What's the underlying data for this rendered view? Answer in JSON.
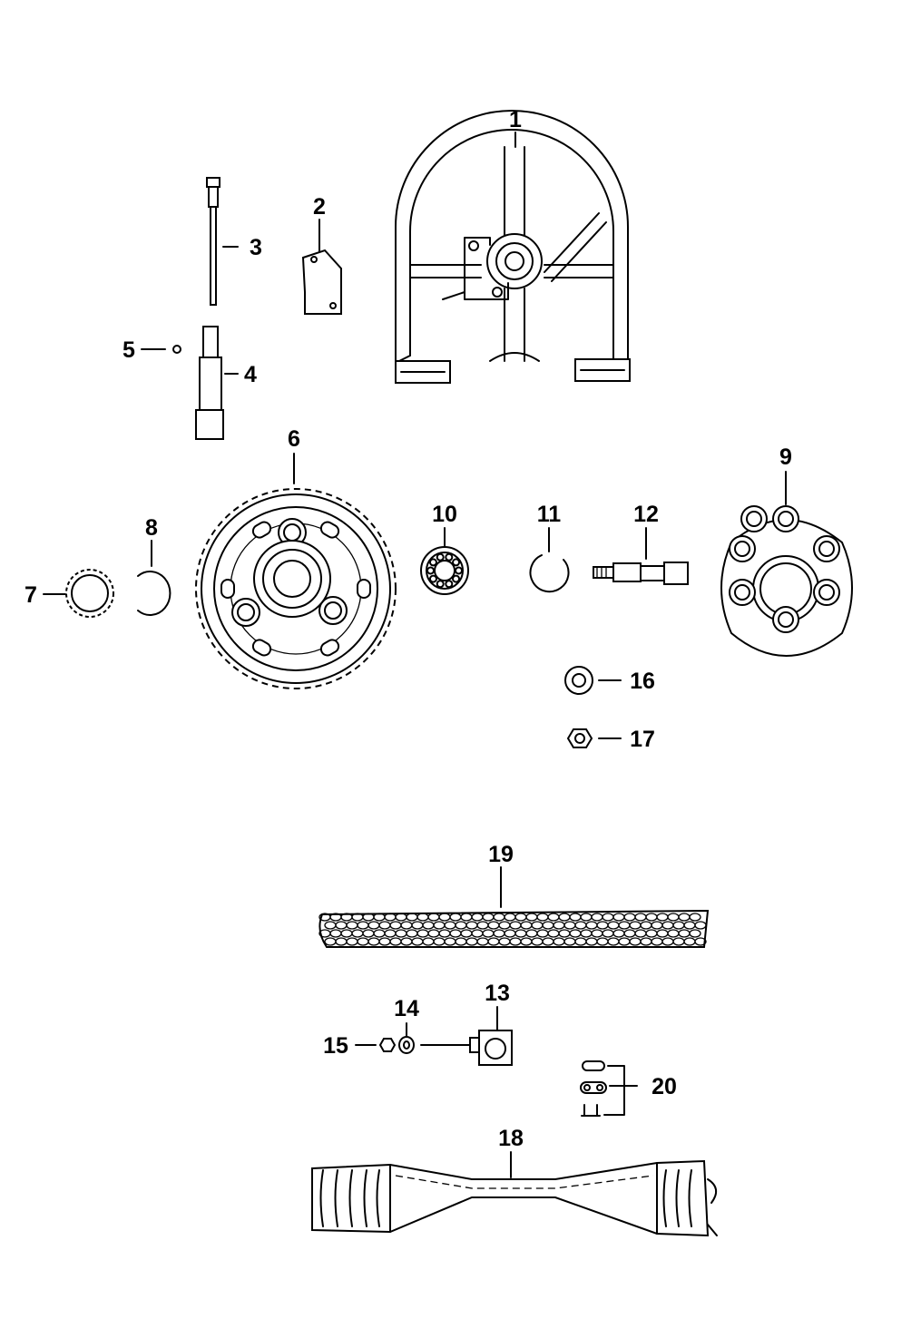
{
  "labels": {
    "p1": "1",
    "p2": "2",
    "p3": "3",
    "p4": "4",
    "p5": "5",
    "p6": "6",
    "p7": "7",
    "p8": "8",
    "p9": "9",
    "p10": "10",
    "p11": "11",
    "p12": "12",
    "p13": "13",
    "p14": "14",
    "p15": "15",
    "p16": "16",
    "p17": "17",
    "p18": "18",
    "p19": "19",
    "p20": "20"
  },
  "style": {
    "line_color": "#000000",
    "background": "#ffffff"
  }
}
